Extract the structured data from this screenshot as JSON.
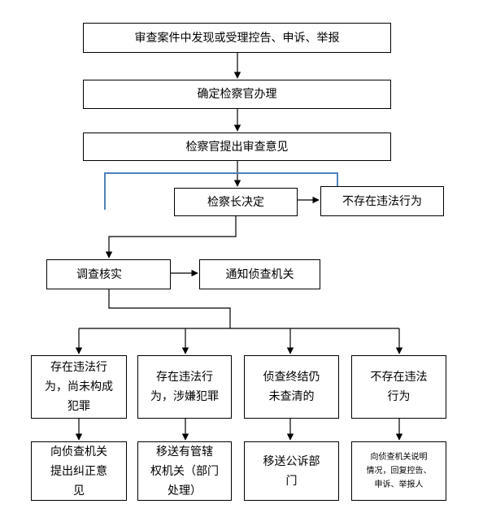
{
  "flow": {
    "step1": "审查案件中发现或受理控告、申诉、举报",
    "step2": "确定检察官办理",
    "step3": "检察官提出审查意见",
    "step4": "检察长决定",
    "no_violation_top": "不存在违法行为",
    "investigate": "调查核实",
    "notify": "通知侦查机关"
  },
  "branches": [
    {
      "condition": "存在违法行\n为，尚未构成\n犯罪",
      "action": "向侦查机关\n提出纠正意\n见"
    },
    {
      "condition": "存在违法行\n为，涉嫌犯罪",
      "action": "移送有管辖\n权机关（部门\n处理）"
    },
    {
      "condition": "侦查终结仍\n未查清的",
      "action": "移送公诉部\n门"
    },
    {
      "condition": "不存在违法\n行为",
      "action": "向侦查机关说明\n情况，回复控告、\n申诉、举报人"
    }
  ],
  "colors": {
    "bracket": "#4f81bd",
    "line": "#000000"
  }
}
